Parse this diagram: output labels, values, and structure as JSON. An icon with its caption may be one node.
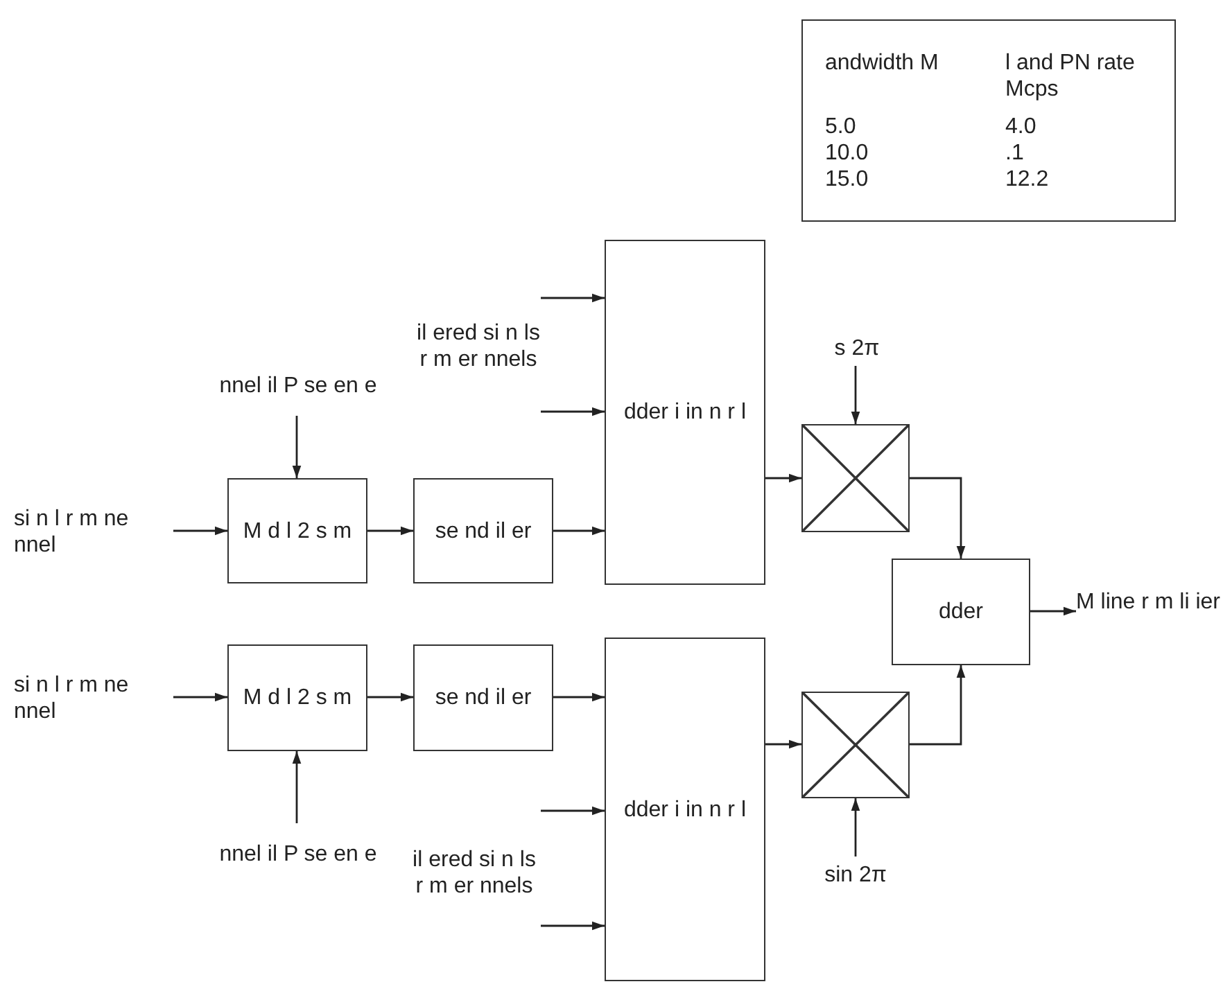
{
  "diagram": {
    "nodes": [
      {
        "text": [
          "andwidth M",
          "l and PN rate Mcps",
          "5.0",
          "4.0",
          "10.0",
          ".1",
          "15.0",
          "12.2"
        ]
      },
      {
        "text": [
          "si n l r m ne nnel"
        ]
      },
      {
        "text": [
          "nnel il P se en e"
        ]
      },
      {
        "text": [
          "M d l 2 s m"
        ]
      },
      {
        "text": [
          "se nd il er"
        ]
      },
      {
        "text": [
          "il ered si n ls r m er nnels"
        ]
      },
      {
        "text": [
          "dder i in n r l"
        ]
      },
      {
        "text": [
          "s 2π"
        ]
      },
      {
        "text": [],
        "shape": "box"
      },
      {
        "text": [
          "dder"
        ]
      },
      {
        "text": [
          "M line r m li ier"
        ]
      },
      {
        "text": [
          "si n l r m ne nnel"
        ]
      },
      {
        "text": [
          "M d l 2 s m"
        ]
      },
      {
        "text": [
          "se nd il er"
        ]
      },
      {
        "text": [
          "nnel il P se en e"
        ]
      },
      {
        "text": [
          "il ered si n ls r m er nnels"
        ]
      },
      {
        "text": [
          "dder i in n r l"
        ]
      },
      {
        "text": [],
        "shape": "box"
      },
      {
        "text": [
          "sin 2π"
        ]
      }
    ],
    "edges": [
      {
        "from": 1,
        "to": 3,
        "arrow": "to"
      },
      {
        "from": 2,
        "to": 3,
        "arrow": "to"
      },
      {
        "from": 3,
        "to": 4,
        "arrow": "to"
      },
      {
        "from": 4,
        "to": 6,
        "arrow": "to"
      },
      {
        "from": 5,
        "to": 6,
        "arrow": "to"
      },
      {
        "from": 5,
        "to": 6,
        "arrow": "to"
      },
      {
        "from": 6,
        "to": 8,
        "arrow": "to"
      },
      {
        "from": 7,
        "to": 8,
        "arrow": "to"
      },
      {
        "from": 8,
        "to": 9,
        "arrow": "to"
      },
      {
        "from": 9,
        "to": 10,
        "arrow": "to"
      },
      {
        "from": 11,
        "to": 12,
        "arrow": "to"
      },
      {
        "from": 14,
        "to": 12,
        "arrow": "to"
      },
      {
        "from": 12,
        "to": 13,
        "arrow": "to"
      },
      {
        "from": 13,
        "to": 16,
        "arrow": "to"
      },
      {
        "from": 15,
        "to": 16,
        "arrow": "to"
      },
      {
        "from": 15,
        "to": 16,
        "arrow": "to"
      },
      {
        "from": 16,
        "to": 17,
        "arrow": "to"
      },
      {
        "from": 18,
        "to": 17,
        "arrow": "to"
      },
      {
        "from": 17,
        "to": 9,
        "arrow": "to"
      }
    ]
  }
}
